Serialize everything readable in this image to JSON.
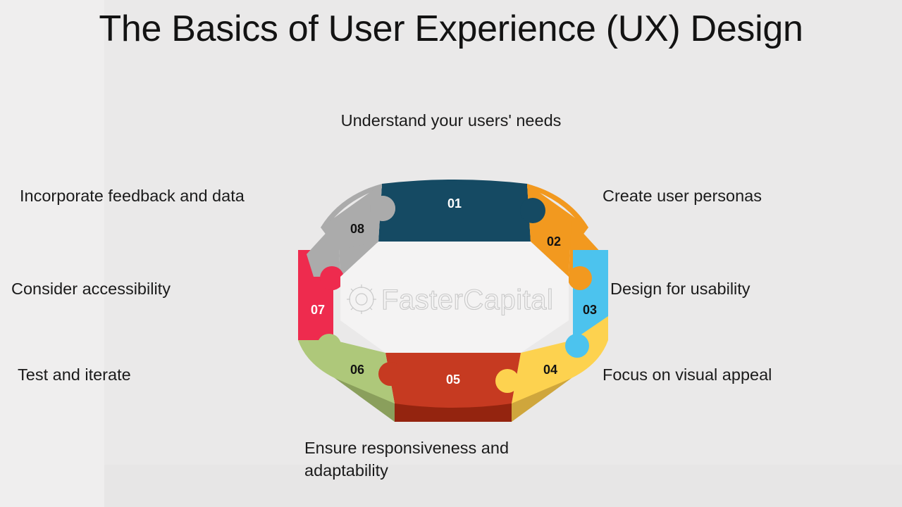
{
  "slide": {
    "title": "The Basics of User Experience (UX) Design",
    "background_color": "#efeeee",
    "title_color": "#131313",
    "caption_color": "#1b1b1b"
  },
  "watermark": {
    "text": "FasterCapital",
    "icon": "gear-icon",
    "color": "#c9c9c9"
  },
  "diagram": {
    "type": "octagon-puzzle-ring",
    "segments": [
      {
        "number": "01",
        "caption": "Understand your users' needs",
        "color": "#154a63",
        "side_color": "#0d3346",
        "number_color": "#ffffff",
        "position": "top"
      },
      {
        "number": "02",
        "caption": "Create user personas",
        "color": "#f2991f",
        "side_color": "#c27211",
        "number_color": "#121212",
        "position": "top-right"
      },
      {
        "number": "03",
        "caption": "Design for usability",
        "color": "#4cc3ee",
        "side_color": "#2f93bb",
        "number_color": "#121212",
        "position": "right"
      },
      {
        "number": "04",
        "caption": "Focus on visual appeal",
        "color": "#fdd24f",
        "side_color": "#cfa63c",
        "number_color": "#121212",
        "position": "bottom-right"
      },
      {
        "number": "05",
        "caption": "Ensure responsiveness and\nadaptability",
        "color": "#c63a21",
        "side_color": "#94240f",
        "number_color": "#ffffff",
        "position": "bottom"
      },
      {
        "number": "06",
        "caption": "Test and iterate",
        "color": "#aec87a",
        "side_color": "#8a9f5c",
        "number_color": "#121212",
        "position": "bottom-left"
      },
      {
        "number": "07",
        "caption": "Consider accessibility",
        "color": "#ee2b4e",
        "side_color": "#b51832",
        "number_color": "#ffffff",
        "position": "left"
      },
      {
        "number": "08",
        "caption": "Incorporate feedback and data",
        "color": "#ababab",
        "side_color": "#8a8a8a",
        "number_color": "#121212",
        "position": "top-left"
      }
    ]
  }
}
